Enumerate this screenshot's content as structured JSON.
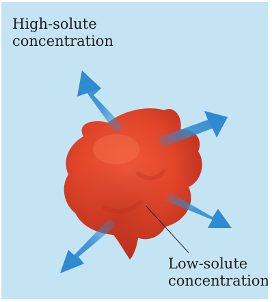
{
  "figure": {
    "background_color": "#c4e4f4",
    "cell_color": "#e0452a",
    "arrow_color": "#2f8ad0",
    "outer_label": {
      "line1": "High-solute",
      "line2": "concentration"
    },
    "inner_label": {
      "line1": "Low-solute",
      "line2": "concentration"
    }
  }
}
